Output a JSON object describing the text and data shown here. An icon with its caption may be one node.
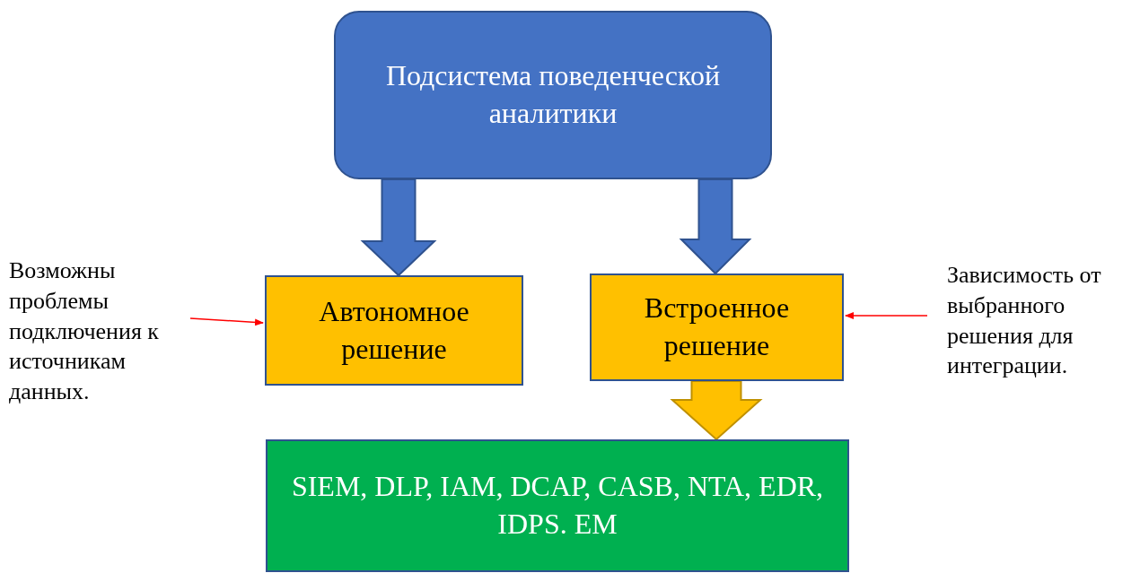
{
  "diagram": {
    "nodes": [
      {
        "text": [
          "Подсистема поведенческой аналитики"
        ]
      },
      {
        "text": [
          "Автономное решение"
        ]
      },
      {
        "text": [
          "Встроенное решение"
        ]
      },
      {
        "text": [
          "SIEM, DLP, IAM, DCAP, CASB, NTA, EDR, IDPS. EM"
        ]
      },
      {
        "text": [
          "Возможны проблемы подключения к источникам данных."
        ]
      },
      {
        "text": [
          "Зависимость от выбранного решения для интеграции."
        ]
      }
    ],
    "edges": [
      {
        "from": 0,
        "to": 1,
        "arrow": "to",
        "style": "thick",
        "color": "#4472c4"
      },
      {
        "from": 0,
        "to": 2,
        "arrow": "to",
        "style": "thick",
        "color": "#4472c4"
      },
      {
        "from": 2,
        "to": 3,
        "arrow": "to",
        "style": "thick",
        "color": "#ffc000"
      },
      {
        "from": 4,
        "to": 1,
        "arrow": "to",
        "color": "#ff0000"
      },
      {
        "from": 5,
        "to": 2,
        "arrow": "to",
        "color": "#ff0000"
      }
    ]
  }
}
